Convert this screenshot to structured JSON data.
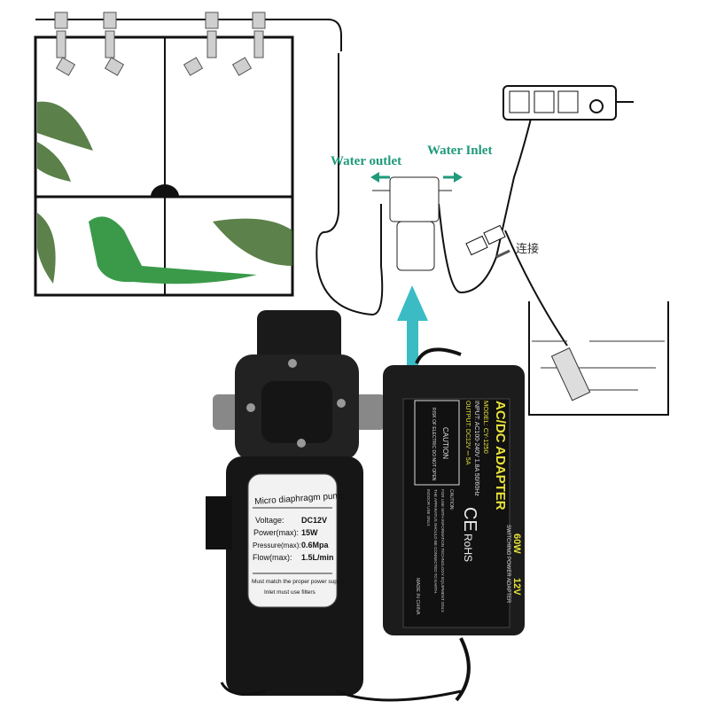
{
  "diagram": {
    "water_outlet": "Water outlet",
    "water_inlet": "Water Inlet",
    "connect": "连接"
  },
  "pump_label": {
    "title": "Micro diaphragm pump",
    "rows": [
      {
        "key": "Voltage:",
        "value": "DC12V"
      },
      {
        "key": "Power(max):",
        "value": "15W"
      },
      {
        "key": "Pressure(max):",
        "value": "0.6Mpa"
      },
      {
        "key": "Flow(max):",
        "value": "1.5L/min"
      }
    ],
    "note1": "Must match the proper power supply",
    "note2": "Inlet must use filters"
  },
  "adapter_label": {
    "title": "AC/DC ADAPTER",
    "model": "MODEL: CY-1250",
    "input": "INPUT: AC100-240V 1.8A 50/60Hz",
    "output": "OUTPUT: DC12V ⎓ 5A",
    "caution_title": "CAUTION",
    "caution_text": "RISK OF ELECTRIC DO NOT OPEN",
    "caution_small": "CAUTION:",
    "fine1": "FOR USE WITH INFORMATION TECHNOLOGY EQUIPMENT ONLY.",
    "fine2": "THE APPARATUS SHOULD BE CONNECTED TO EARTH.",
    "fine3": "INDOOR USE ONLY.",
    "ce": "CE",
    "rohs": "RoHS",
    "made_in": "MADE IN CHINA",
    "wattage": "60W",
    "voltage": "12V",
    "subtitle": "SWITCHING POWER ADAPTER"
  },
  "colors": {
    "accent": "#1f9a7a",
    "arrow": "#3bbcc4",
    "label_yellow": "#e8e23a"
  }
}
